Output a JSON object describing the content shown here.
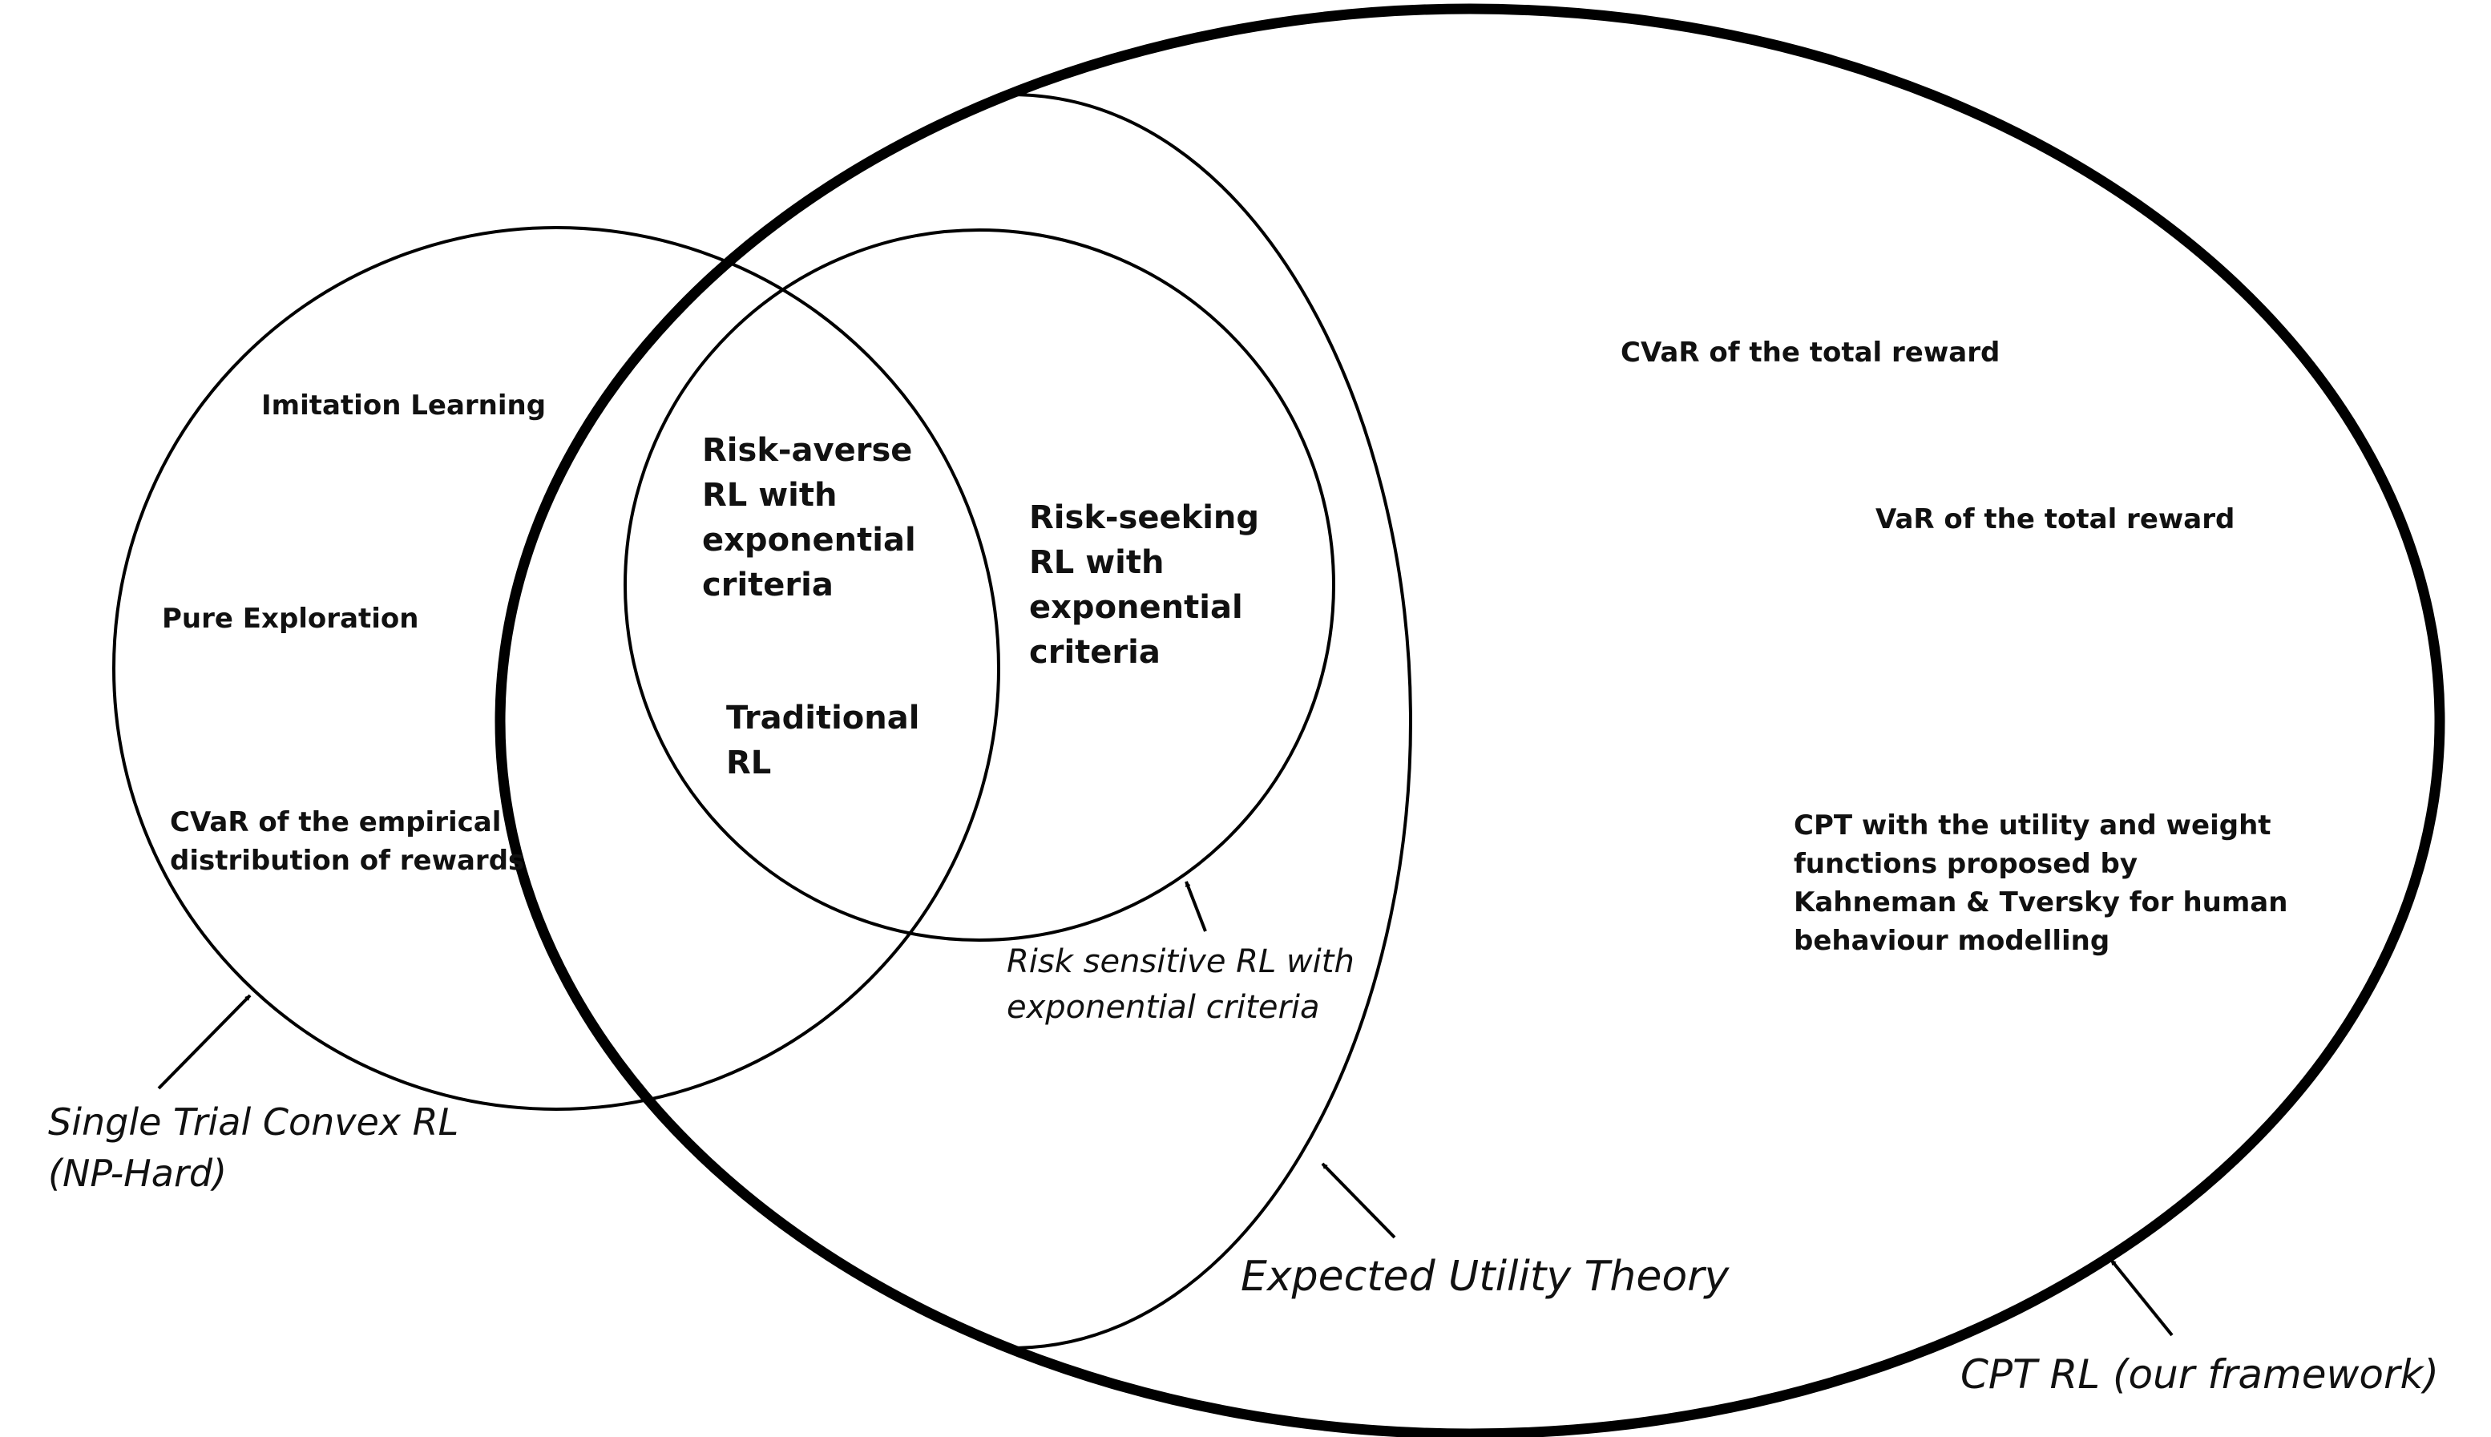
{
  "diagram": {
    "regions": {
      "single_trial": {
        "name": "Single Trial Convex RL\n(NP-Hard)",
        "items": [
          "Imitation Learning",
          "Pure Exploration",
          "CVaR of the empirical\ndistribution of rewards"
        ]
      },
      "risk_sensitive": {
        "name": "Risk sensitive RL with\nexponential criteria",
        "items": [
          "Risk-averse\nRL with\nexponential\ncriteria",
          "Risk-seeking\nRL with\nexponential\ncriteria",
          "Traditional\nRL"
        ]
      },
      "expected_utility": {
        "name": "Expected Utility Theory"
      },
      "cpt_rl": {
        "name": "CPT RL (our framework)",
        "items": [
          "CVaR of the total reward",
          "VaR of the total reward",
          "CPT with the utility and weight\nfunctions proposed by\nKahneman & Tversky for human\nbehaviour modelling"
        ]
      }
    },
    "colors": {
      "stroke": "#000000",
      "text": "#111111",
      "background": "#ffffff"
    }
  }
}
